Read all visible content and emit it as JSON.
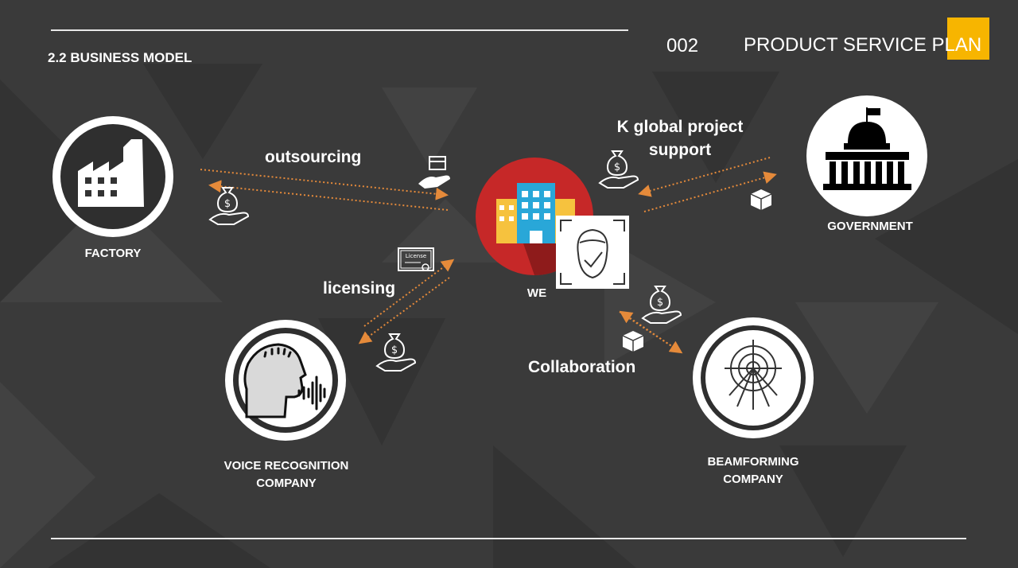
{
  "header": {
    "section": "2.2 BUSINESS MODEL",
    "number": "002",
    "title": "PRODUCT SERVICE PLAN"
  },
  "nodes": {
    "factory": {
      "label": "FACTORY"
    },
    "we": {
      "label": "WE"
    },
    "government": {
      "label": "GOVERNMENT"
    },
    "voice": {
      "label_line1": "VOICE RECOGNITION",
      "label_line2": "COMPANY"
    },
    "beamforming": {
      "label_line1": "BEAMFORMING",
      "label_line2": "COMPANY"
    }
  },
  "relations": {
    "outsourcing": "outsourcing",
    "licensing": "licensing",
    "k_global_line1": "K global project",
    "k_global_line2": "support",
    "collaboration": "Collaboration"
  },
  "icons": {
    "license_badge": "License",
    "money_bag_symbol": "$"
  },
  "colors": {
    "background": "#3a3a3a",
    "accent": "#f7b500",
    "arrow": "#e58a3a",
    "we_circle": "#c62828"
  }
}
